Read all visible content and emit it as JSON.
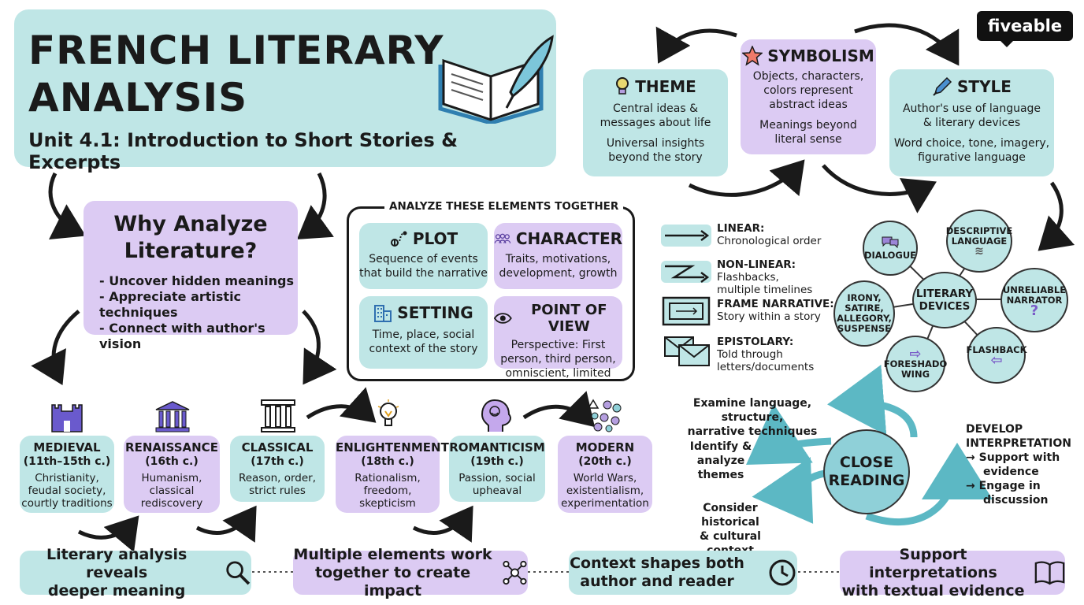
{
  "header": {
    "title_line1": "FRENCH LITERARY",
    "title_line2": "ANALYSIS",
    "subtitle": "Unit 4.1: Introduction to Short Stories & Excerpts",
    "icon": "open-book-quill-icon"
  },
  "logo": {
    "text": "fiveable"
  },
  "why": {
    "title_line1": "Why Analyze",
    "title_line2": "Literature?",
    "points": [
      "- Uncover hidden meanings",
      "- Appreciate artistic techniques",
      "- Connect with author's vision"
    ]
  },
  "elements": {
    "heading": "ANALYZE THESE ELEMENTS TOGETHER",
    "items": [
      {
        "title": "PLOT",
        "line1": "Sequence of events",
        "line2": "that build the narrative",
        "line3": "",
        "icon": "location-path-icon"
      },
      {
        "title": "CHARACTER",
        "line1": "Traits, motivations,",
        "line2": "development, growth",
        "line3": "",
        "icon": "people-group-icon"
      },
      {
        "title": "SETTING",
        "line1": "Time, place, social",
        "line2": "context of the story",
        "line3": "",
        "icon": "buildings-icon"
      },
      {
        "title": "POINT OF VIEW",
        "line1": "Perspective: First",
        "line2": "person, third person,",
        "line3": "omniscient, limited",
        "icon": "eye-icon"
      }
    ]
  },
  "theme": {
    "title": "THEME",
    "l1": "Central ideas &",
    "l2": "messages about life",
    "l3": "Universal insights",
    "l4": "beyond the story",
    "icon": "lightbulb-icon"
  },
  "symbolism": {
    "title": "SYMBOLISM",
    "l1": "Objects, characters,",
    "l2": "colors represent",
    "l3": "abstract ideas",
    "l4": "Meanings beyond",
    "l5": "literal sense",
    "icon": "star-icon"
  },
  "style": {
    "title": "STYLE",
    "l1": "Author's use of language",
    "l2": "& literary devices",
    "l3": "Word choice, tone, imagery,",
    "l4": "figurative language",
    "icon": "pen-icon"
  },
  "structures": [
    {
      "label": "LINEAR:",
      "desc1": "Chronological order",
      "desc2": "",
      "icon": "straight-arrow-icon"
    },
    {
      "label": "NON-LINEAR:",
      "desc1": "Flashbacks,",
      "desc2": "multiple timelines",
      "icon": "zigzag-arrow-icon"
    },
    {
      "label": "FRAME NARRATIVE:",
      "desc1": "Story within a story",
      "desc2": "",
      "icon": "frame-icon"
    },
    {
      "label": "EPISTOLARY:",
      "desc1": "Told through",
      "desc2": "letters/documents",
      "icon": "envelopes-icon"
    }
  ],
  "devices": {
    "center_l1": "LITERARY",
    "center_l2": "DEVICES",
    "dialogue": "DIALOGUE",
    "descriptive_l1": "DESCRIPTIVE",
    "descriptive_l2": "LANGUAGE",
    "unreliable_l1": "UNRELIABLE",
    "unreliable_l2": "NARRATOR",
    "flashback": "FLASHBACK",
    "foreshadow_l1": "FORESHADO",
    "foreshadow_l2": "WING",
    "irony_l1": "IRONY,",
    "irony_l2": "SATIRE,",
    "irony_l3": "ALLEGORY,",
    "irony_l4": "SUSPENSE"
  },
  "close_reading": {
    "center_l1": "CLOSE",
    "center_l2": "READING",
    "examine_l1": "Examine language, structure,",
    "examine_l2": "narrative techniques",
    "identify_l1": "Identify &",
    "identify_l2": "analyze",
    "identify_l3": "themes",
    "consider_l1": "Consider historical",
    "consider_l2": "& cultural context",
    "develop_l1": "DEVELOP",
    "develop_l2": "INTERPRETATION",
    "develop_p1a": "→ Support with",
    "develop_p1b": "evidence",
    "develop_p2a": "→ Engage in",
    "develop_p2b": "discussion"
  },
  "eras": [
    {
      "name": "MEDIEVAL",
      "dates": "(11th–15th c.)",
      "l1": "Christianity,",
      "l2": "feudal society,",
      "l3": "courtly traditions",
      "icon": "castle-icon"
    },
    {
      "name": "RENAISSANCE",
      "dates": "(16th c.)",
      "l1": "Humanism,",
      "l2": "classical",
      "l3": "rediscovery",
      "icon": "temple-icon"
    },
    {
      "name": "CLASSICAL",
      "dates": "(17th c.)",
      "l1": "Reason, order,",
      "l2": "strict rules",
      "l3": "",
      "icon": "columns-icon"
    },
    {
      "name": "ENLIGHTENMENT",
      "dates": "(18th c.)",
      "l1": "Rationalism,",
      "l2": "freedom,",
      "l3": "skepticism",
      "icon": "lightbulb-icon"
    },
    {
      "name": "ROMANTICISM",
      "dates": "(19th c.)",
      "l1": "Passion, social",
      "l2": "upheaval",
      "l3": "",
      "icon": "head-heart-icon"
    },
    {
      "name": "MODERN",
      "dates": "(20th c.)",
      "l1": "World Wars,",
      "l2": "existentialism,",
      "l3": "experimentation",
      "icon": "shapes-icon"
    }
  ],
  "banners": [
    {
      "l1": "Literary analysis reveals",
      "l2": "deeper meaning",
      "icon": "magnifier-icon"
    },
    {
      "l1": "Multiple elements work",
      "l2": "together to create impact",
      "icon": "network-icon"
    },
    {
      "l1": "Context shapes both",
      "l2": "author and reader",
      "icon": "clock-icon"
    },
    {
      "l1": "Support interpretations",
      "l2": "with textual evidence",
      "icon": "book-icon"
    }
  ]
}
